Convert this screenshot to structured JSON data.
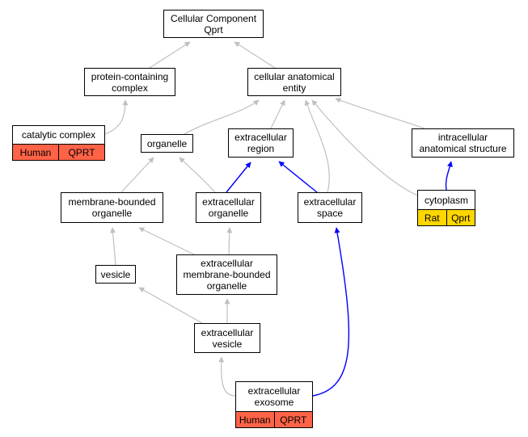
{
  "colors": {
    "edge_default": "#c0c0c0",
    "edge_highlight": "#0000ff",
    "tag_human": "#ff6347",
    "tag_rat": "#ffd700"
  },
  "nodes": {
    "cellular_component": {
      "label": "Cellular Component\nQprt"
    },
    "protein_containing_complex": {
      "label": "protein-containing\ncomplex"
    },
    "cellular_anatomical_entity": {
      "label": "cellular anatomical\nentity"
    },
    "catalytic_complex": {
      "label": "catalytic complex",
      "tags": [
        "Human",
        "QPRT"
      ]
    },
    "organelle": {
      "label": "organelle"
    },
    "extracellular_region": {
      "label": "extracellular\nregion"
    },
    "intracellular_anatomical_structure": {
      "label": "intracellular\nanatomical structure"
    },
    "membrane_bounded_organelle": {
      "label": "membrane-bounded\norganelle"
    },
    "extracellular_organelle": {
      "label": "extracellular\norganelle"
    },
    "extracellular_space": {
      "label": "extracellular\nspace"
    },
    "cytoplasm": {
      "label": "cytoplasm",
      "tags": [
        "Rat",
        "Qprt"
      ]
    },
    "vesicle": {
      "label": "vesicle"
    },
    "extracellular_membrane_bounded_organelle": {
      "label": "extracellular\nmembrane-bounded\norganelle"
    },
    "extracellular_vesicle": {
      "label": "extracellular\nvesicle"
    },
    "extracellular_exosome": {
      "label": "extracellular\nexosome",
      "tags": [
        "Human",
        "QPRT"
      ]
    }
  },
  "edges": [
    {
      "from": "protein_containing_complex",
      "to": "cellular_component",
      "highlight": false
    },
    {
      "from": "cellular_anatomical_entity",
      "to": "cellular_component",
      "highlight": false
    },
    {
      "from": "catalytic_complex",
      "to": "protein_containing_complex",
      "highlight": false
    },
    {
      "from": "organelle",
      "to": "cellular_anatomical_entity",
      "highlight": false
    },
    {
      "from": "extracellular_region",
      "to": "cellular_anatomical_entity",
      "highlight": false
    },
    {
      "from": "intracellular_anatomical_structure",
      "to": "cellular_anatomical_entity",
      "highlight": false
    },
    {
      "from": "extracellular_space",
      "to": "cellular_anatomical_entity",
      "highlight": false
    },
    {
      "from": "cytoplasm",
      "to": "cellular_anatomical_entity",
      "highlight": false
    },
    {
      "from": "membrane_bounded_organelle",
      "to": "organelle",
      "highlight": false
    },
    {
      "from": "extracellular_organelle",
      "to": "organelle",
      "highlight": false
    },
    {
      "from": "extracellular_organelle",
      "to": "extracellular_region",
      "highlight": true
    },
    {
      "from": "extracellular_space",
      "to": "extracellular_region",
      "highlight": true
    },
    {
      "from": "cytoplasm",
      "to": "intracellular_anatomical_structure",
      "highlight": true
    },
    {
      "from": "vesicle",
      "to": "membrane_bounded_organelle",
      "highlight": false
    },
    {
      "from": "extracellular_membrane_bounded_organelle",
      "to": "membrane_bounded_organelle",
      "highlight": false
    },
    {
      "from": "extracellular_membrane_bounded_organelle",
      "to": "extracellular_organelle",
      "highlight": false
    },
    {
      "from": "extracellular_vesicle",
      "to": "vesicle",
      "highlight": false
    },
    {
      "from": "extracellular_vesicle",
      "to": "extracellular_membrane_bounded_organelle",
      "highlight": false
    },
    {
      "from": "extracellular_exosome",
      "to": "extracellular_vesicle",
      "highlight": false
    },
    {
      "from": "extracellular_exosome",
      "to": "extracellular_space",
      "highlight": true
    }
  ]
}
